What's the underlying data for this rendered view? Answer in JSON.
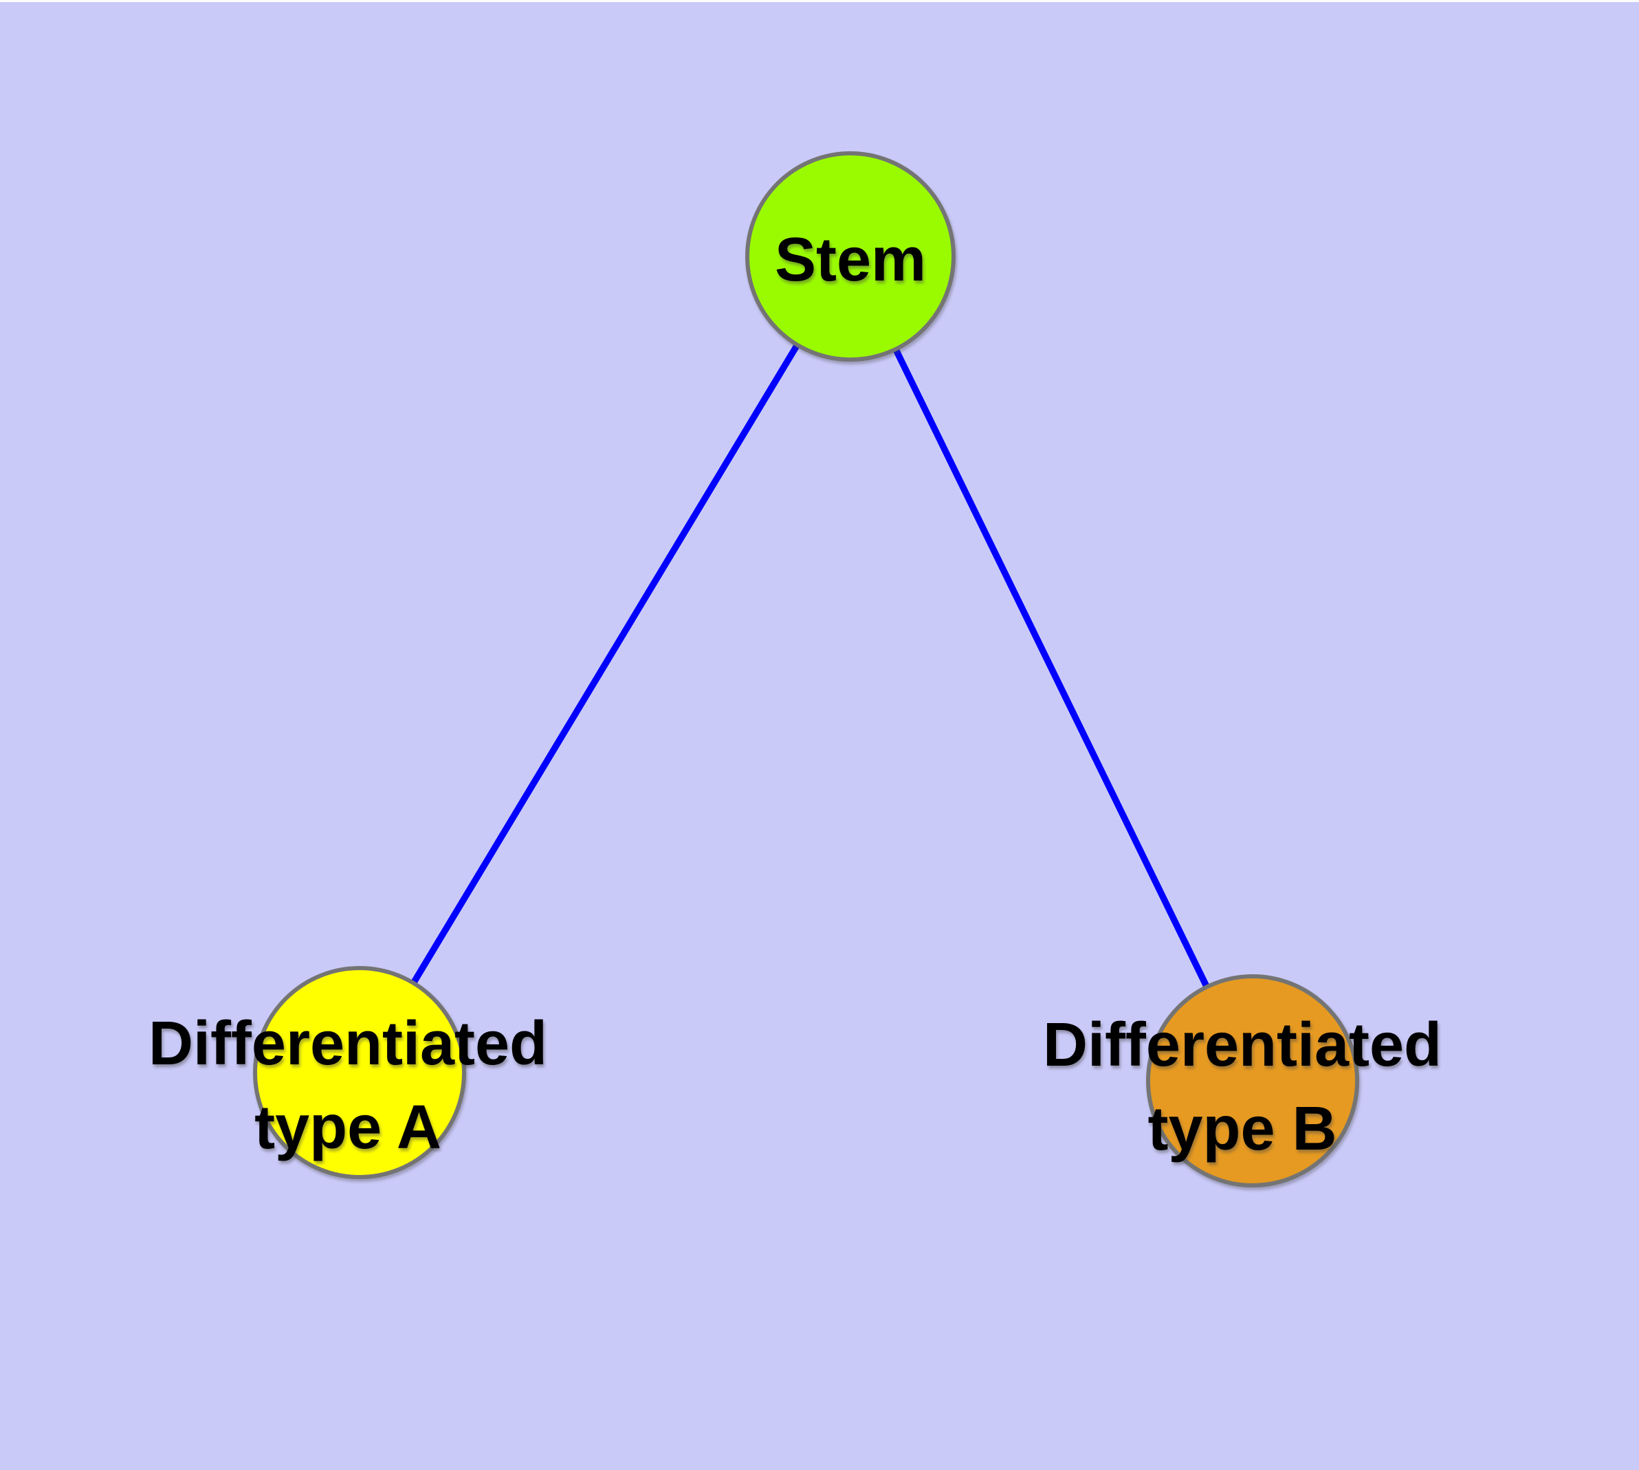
{
  "figure": {
    "background_color": "#cacaf9",
    "top_border_color": "#fdfdff",
    "edge_color": "#0000fe",
    "node_border_color": "#747474",
    "text_color": "#000000",
    "nodes": {
      "stem": {
        "label": "Stem",
        "fill": "#9afb00"
      },
      "type_a": {
        "label_line1": "Differentiated",
        "label_line2": "type A",
        "fill": "#ffff00"
      },
      "type_b": {
        "label_line1": "Differentiated",
        "label_line2": "type B",
        "fill": "#e69a21"
      }
    },
    "edges": [
      {
        "from": "Stem",
        "to": "Differentiated type A"
      },
      {
        "from": "Stem",
        "to": "Differentiated type B"
      }
    ]
  }
}
